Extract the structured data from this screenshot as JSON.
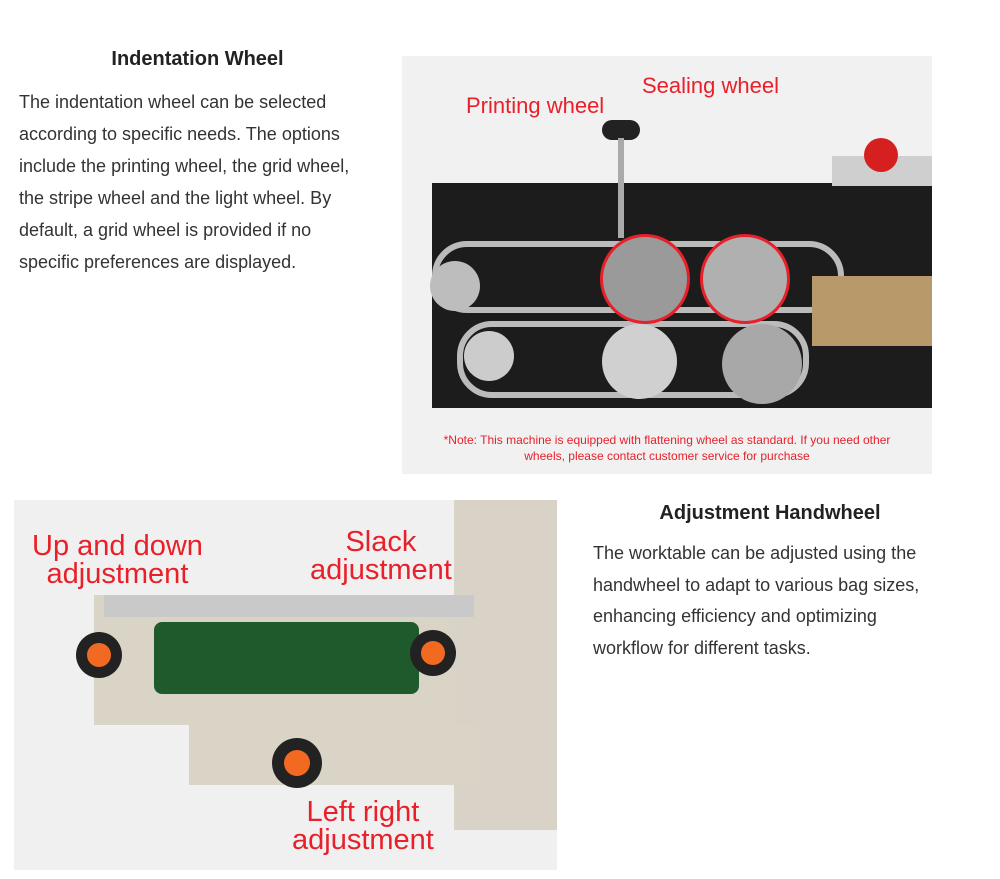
{
  "section1": {
    "title": "Indentation Wheel",
    "body": "The indentation wheel can be selected according to specific needs. The options include the printing wheel, the grid wheel, the stripe wheel and the light wheel. By default, a grid wheel is provided if no specific preferences are displayed.",
    "image": {
      "label_printing": "Printing wheel",
      "label_sealing": "Sealing wheel",
      "note_line1": "*Note: This machine is equipped with flattening wheel as standard. If you need other",
      "note_line2": "wheels, please contact customer service for purchase"
    }
  },
  "section2": {
    "title": "Adjustment Handwheel",
    "body": "The worktable can be adjusted using the handwheel to adapt to various bag sizes, enhancing efficiency and optimizing workflow for different tasks.",
    "image": {
      "label_updown_1": "Up and down",
      "label_updown_2": "adjustment",
      "label_slack_1": "Slack",
      "label_slack_2": "adjustment",
      "label_leftright_1": "Left right",
      "label_leftright_2": "adjustment"
    }
  },
  "colors": {
    "accent_red": "#e8202a",
    "text": "#333333"
  }
}
